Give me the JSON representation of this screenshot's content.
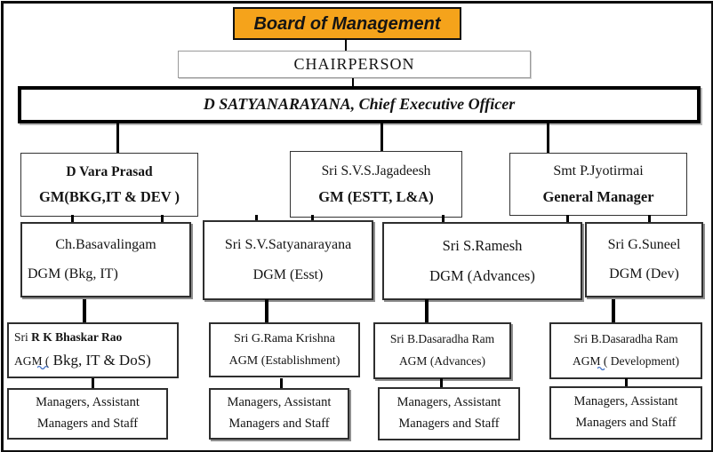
{
  "org_chart": {
    "board_title": "Board of Management",
    "chairperson": "CHAIRPERSON",
    "ceo": "D SATYANARAYANA, Chief Executive Officer",
    "gm": [
      {
        "name": "D Vara Prasad",
        "title": "GM(BKG,IT & DEV )"
      },
      {
        "name": "Sri S.V.S.Jagadeesh",
        "title": "GM (ESTT, L&A)"
      },
      {
        "name": "Smt P.Jyotirmai",
        "title": "General Manager"
      }
    ],
    "dgm": [
      {
        "name": "Ch.Basavalingam",
        "title": "DGM (Bkg, IT)"
      },
      {
        "name": "Sri S.V.Satyanarayana",
        "title": "DGM (Esst)"
      },
      {
        "name": "Sri S.Ramesh",
        "title": "DGM (Advances)"
      },
      {
        "name": "Sri G.Suneel",
        "title": "DGM (Dev)"
      }
    ],
    "agm": [
      {
        "name_prefix": "Sri ",
        "name_bold": "R K Bhaskar Rao",
        "title_prefix": "AGM (",
        "title_main": " Bkg, IT & DoS)"
      },
      {
        "name": "Sri G.Rama Krishna",
        "title": "AGM (Establishment)"
      },
      {
        "name": "Sri B.Dasaradha Ram",
        "title": "AGM (Advances)"
      },
      {
        "name": "Sri B.Dasaradha Ram",
        "title": "AGM ( Development)"
      }
    ],
    "staff": [
      {
        "line1": "Managers, Assistant",
        "line2": "Managers and Staff"
      },
      {
        "line1": "Managers, Assistant",
        "line2": "Managers and Staff"
      },
      {
        "line1": "Managers, Assistant",
        "line2": "Managers and Staff"
      },
      {
        "line1": "Managers, Assistant",
        "line2": "Managers and Staff"
      }
    ]
  },
  "colors": {
    "board_fill": "#F5A31B",
    "connector": "#000000",
    "box_border": "#2e2e2e",
    "squiggle": "#4472C4"
  }
}
